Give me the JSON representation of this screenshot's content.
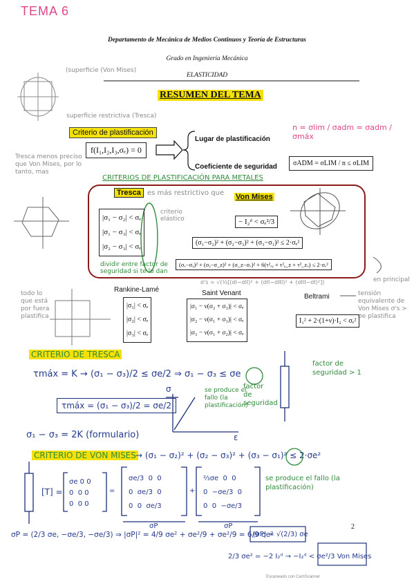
{
  "tema_title": "TEMA 6",
  "header": {
    "department": "Departamento de Mecánica de Medios Continuos y Teoría de Estructuras",
    "degree": "Grado en Ingeniería Mecánica",
    "subject": "ELASTICIDAD"
  },
  "main_title": "RESUMEN DEL TEMA",
  "section1": {
    "label": "Criterio de plastificación",
    "equation": "f(I₁,I₂,I₃,σₑ) = 0",
    "lugar": "Lugar de plastificación",
    "coef": "Coeficiente de seguridad",
    "sigma_adm": "σADM = σLIM / n ≤ σLIM",
    "n_formula": "n = σlim / σadm = σadm / σmáx"
  },
  "handnotes": {
    "superficie_mises": "(superficie (Von Mises)",
    "superficie_tresca": "superficie restrictiva (Tresca)",
    "tresca_menos_preciso": "Tresca menos preciso que Von Mises, por lo tanto, mas",
    "criterios_para_metales": "CRITERIOS DE PLASTIFICACIÓN PARA METALES",
    "mas_restrictivo": "es más restrictivo que",
    "criterio_elastico": "criterio elástico",
    "dividir": "dividir entre factor de seguridad si te lo dan",
    "todo_lo": "todo lo que está por fuera plastifica",
    "en_principal": "en principal",
    "tension_equivalente": "tensión equivalente de Von Mises σ's > σe plastifica"
  },
  "tresca": {
    "label": "Tresca",
    "rows": [
      "|σ₁ − σ₂| < σₑ",
      "|σ₁ − σ₃| < σₑ",
      "|σ₂ − σ₃| < σₑ"
    ]
  },
  "vonmises": {
    "label": "Von Mises",
    "eq1": "− I₂ᵈ < σₑ²/3",
    "eq2": "(σ₁−σ₂)² + (σ₂−σ₃)² + (σ₃−σ₁)² ≤ 2·σₑ²",
    "eq3": "(σₓ−σᵧ)² + (σᵧ−σ_z)² + (σ_z−σₓ)² + 6(τ²ₓᵧ + τ²ᵧ_z + τ²_zₓ) ≤ 2·σₑ²"
  },
  "rankine": {
    "label": "Rankine-Lamé",
    "rows": [
      "|σ₁| < σₑ",
      "|σ₂| < σₑ",
      "|σ₃| < σₑ"
    ]
  },
  "saint_venant": {
    "label": "Saint Venant",
    "rows": [
      "|σ₁ − ν(σ₂ + σ₃)| < σₑ",
      "|σ₂ − ν(σ₁ + σ₃)| < σₑ",
      "|σ₃ − ν(σ₁ + σ₂)| < σₑ"
    ],
    "note": "σ's = √(½[(σI−σII)² + (σII−σIII)² + (σIII−σI)²])"
  },
  "beltrami": {
    "label": "Beltrami",
    "eq": "I₁² + 2·(1+ν)·I₂ < σₑ²"
  },
  "criterio_tresca": {
    "title": "CRITERIO DE TRESCA",
    "line1": "τmáx = K → (σ₁ − σ₃)/2 ≤ σe/2 ⇒ σ₁ − σ₃ ≤ σe",
    "boxed": "τmáx = (σ₁ − σ₃)/2 = σe/2",
    "line2": "σ₁ − σ₃ = 2K (formulario)",
    "fallo": "se produce el fallo (la plastificación)",
    "factor": "factor de seguridad",
    "factor2": "factor de seguridad > 1",
    "axis_e": "ε",
    "axis_s": "σ"
  },
  "criterio_mises": {
    "title": "CRITERIO DE VON MISES",
    "eq": "→ (σ₁ − σ₂)² + (σ₂ − σ₃)² + (σ₃ − σ₁)² ≤ 2·σe²",
    "fallo": "se produce el fallo (la plastificación)",
    "matrix_T": "[T] =",
    "op_label": "σP",
    "line": "σP = (2/3 σe, −σe/3, −σe/3) ⇒ |σP|² = 4/9 σe² + σe²/9 + σe²/9 = 6/9 σe²",
    "result1": "|σP| = √(2/3) σe",
    "result2": "2/3 σe² = −2 I₂ᵈ → −I₂ᵈ < σe²/3 Von Mises",
    "vm_label": "Von Mises"
  },
  "page_number": "2",
  "footer": "Escaneado con CamScanner"
}
